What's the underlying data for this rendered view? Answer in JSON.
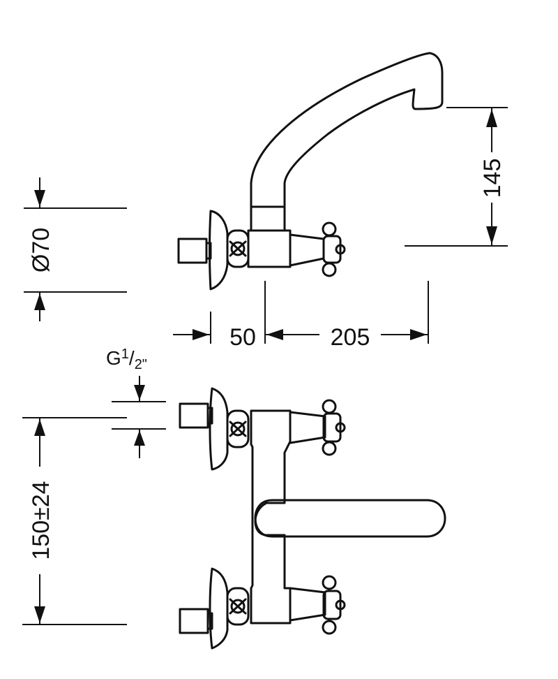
{
  "dimensions": {
    "spout_height": "145",
    "rosette_diameter": "Ø70",
    "wall_offset": "50",
    "spout_reach": "205",
    "thread_prefix": "G",
    "thread_numerator": "1",
    "thread_slash": "/",
    "thread_denominator": "2\"",
    "center_distance": "150±24"
  }
}
